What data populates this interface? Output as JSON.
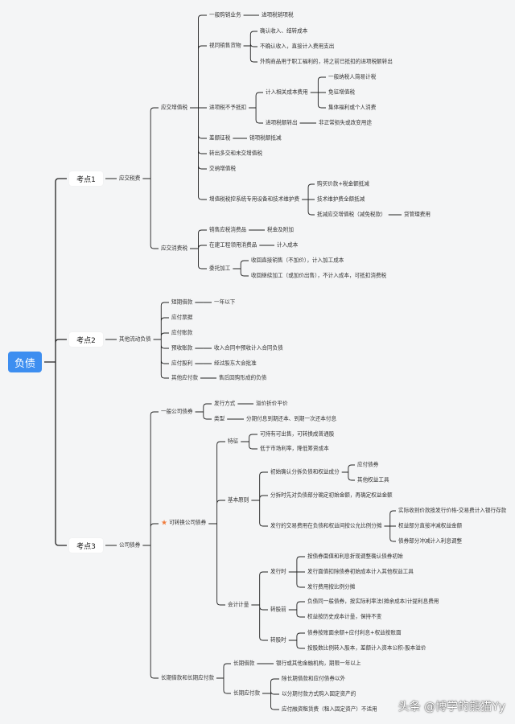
{
  "root": "负债",
  "k1": {
    "label": "考点1",
    "child": "应交税费"
  },
  "k2": {
    "label": "考点2",
    "child": "其他流动负债"
  },
  "k3": {
    "label": "考点3",
    "child": "公司债券"
  },
  "vat": {
    "label": "应交增值税",
    "a1": "一般购销业务",
    "a1v": "进项税销项税",
    "a2": "视同销售货物",
    "a2a": "确认收入、结转成本",
    "a2b": "不确认收入，直接计入费用支出",
    "a2c": "外购商品用于职工福利的，将之前已抵扣的进项税额转出",
    "a3": "进项税不予抵扣",
    "a3a": "计入相关成本费用",
    "a3a1": "一般纳税人简易计税",
    "a3a2": "免征增值税",
    "a3a3": "集体福利或个人消费",
    "a3b": "进项税额转出",
    "a3bv": "非正常损失或改变用途",
    "a4": "差额征税",
    "a4v": "销项税额抵减",
    "a5": "转出多交和未交增值税",
    "a6": "交纳增值税",
    "a7": "增值税税控系统专用设备和技术维护费",
    "a7a": "购买价款+税金额抵减",
    "a7b": "技术维护费全额抵减",
    "a7c": "抵减应交增值税（减免税款）",
    "a7cv": "贷管理费用"
  },
  "cons": {
    "label": "应交消费税",
    "b1": "销售应税消费品",
    "b1v": "税金及附加",
    "b2": "在建工程领用消费品",
    "b2v": "计入成本",
    "b3": "委托加工",
    "b3a": "收回直接销售（不加价），计入加工成本",
    "b3b": "收回继续加工（或加价出售），不计入成本，可抵扣消费税"
  },
  "other": {
    "c1": "短期借款",
    "c1v": "一年以下",
    "c2": "应付票据",
    "c3": "应付账款",
    "c4": "预收账款",
    "c4v": "收入合同中预收计入合同负债",
    "c5": "应付股利",
    "c5v": "经过股东大会批准",
    "c6": "其他应付款",
    "c6v": "售后回购形成的负债"
  },
  "bond": {
    "g": "一般公司债券",
    "g1": "发行方式",
    "g1v": "溢价折价平价",
    "g2": "类型",
    "g2v": "分期付息到期还本、到期一次还本付息",
    "cv": "可转换公司债券",
    "f": "特征",
    "f1": "可持有可出售，可转换成普通股",
    "f2": "低于市场利率，降低筹资成本",
    "p": "基本原则",
    "p1": "初始确认分拆负债和权益成分",
    "p1a": "应付债券",
    "p1b": "其他权益工具",
    "p2": "分拆时先对负债部分确定初始金额，再确定权益金额",
    "p3": "发行的交易费用在负债和权益间按公允比例分摊",
    "p3a": "实际收到价款按发行价格-交易费计入银行存款",
    "p3b": "权益部分直接冲减权益金额",
    "p3c": "债券部分冲减计入利息调整",
    "a": "会计计量",
    "a1": "发行时",
    "a1a": "按债券面值和利息折现调整确认债券初始",
    "a1b": "发行面值扣除债券初始成本计入其他权益工具",
    "a1c": "发行费用按比例分摊",
    "a2": "转股前",
    "a2a": "负债同一般债券，按实际利率法(摊余成本)计提利息费用",
    "a2b": "权益按历史成本计量，保持不变",
    "a3": "转股时",
    "a3a": "债券按账面余额+应付利息+权益按账面",
    "a3b": "按股数比例转入股本，差额计入资本公积-股本溢价",
    "l": "长期借款和长期应付款",
    "l1": "长期借款",
    "l1v": "银行或其他金融机构，期限一年以上",
    "l2": "长期应付款",
    "l2a": "除长期借款和应付债券以外",
    "l2b": "以分期付款方式购入固定资产的",
    "l2c": "应付融资租赁费（租入固定资产）不适用"
  },
  "watermark": "头条 @博学的熊猫Yy"
}
